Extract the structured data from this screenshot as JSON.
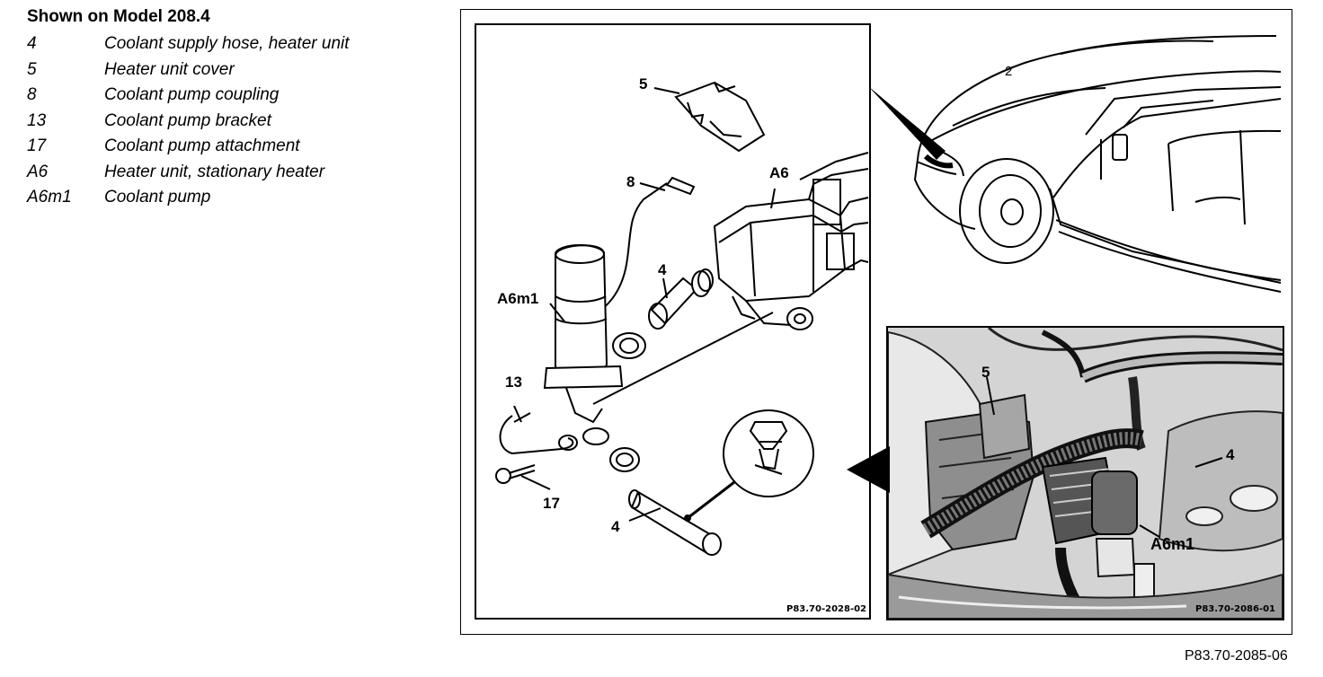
{
  "legend": {
    "title": "Shown on Model 208.4",
    "items": [
      {
        "code": "4",
        "text": "Coolant supply hose, heater unit"
      },
      {
        "code": "5",
        "text": "Heater unit cover"
      },
      {
        "code": "8",
        "text": "Coolant pump coupling"
      },
      {
        "code": "13",
        "text": "Coolant pump bracket"
      },
      {
        "code": "17",
        "text": "Coolant pump attachment"
      },
      {
        "code": "A6",
        "text": "Heater unit, stationary heater"
      },
      {
        "code": "A6m1",
        "text": "Coolant pump"
      }
    ]
  },
  "diagram": {
    "callouts": {
      "c5": "5",
      "c8": "8",
      "cA6": "A6",
      "cA6m1": "A6m1",
      "c4a": "4",
      "c13": "13",
      "c17": "17",
      "c4b": "4",
      "car2": "2"
    },
    "photo_callouts": {
      "p5": "5",
      "p4": "4",
      "pA6m1": "A6m1"
    },
    "figure_codes": {
      "left": "P83.70-2028-02",
      "photo": "P83.70-2086-01",
      "main": "P83.70-2085-06"
    }
  }
}
